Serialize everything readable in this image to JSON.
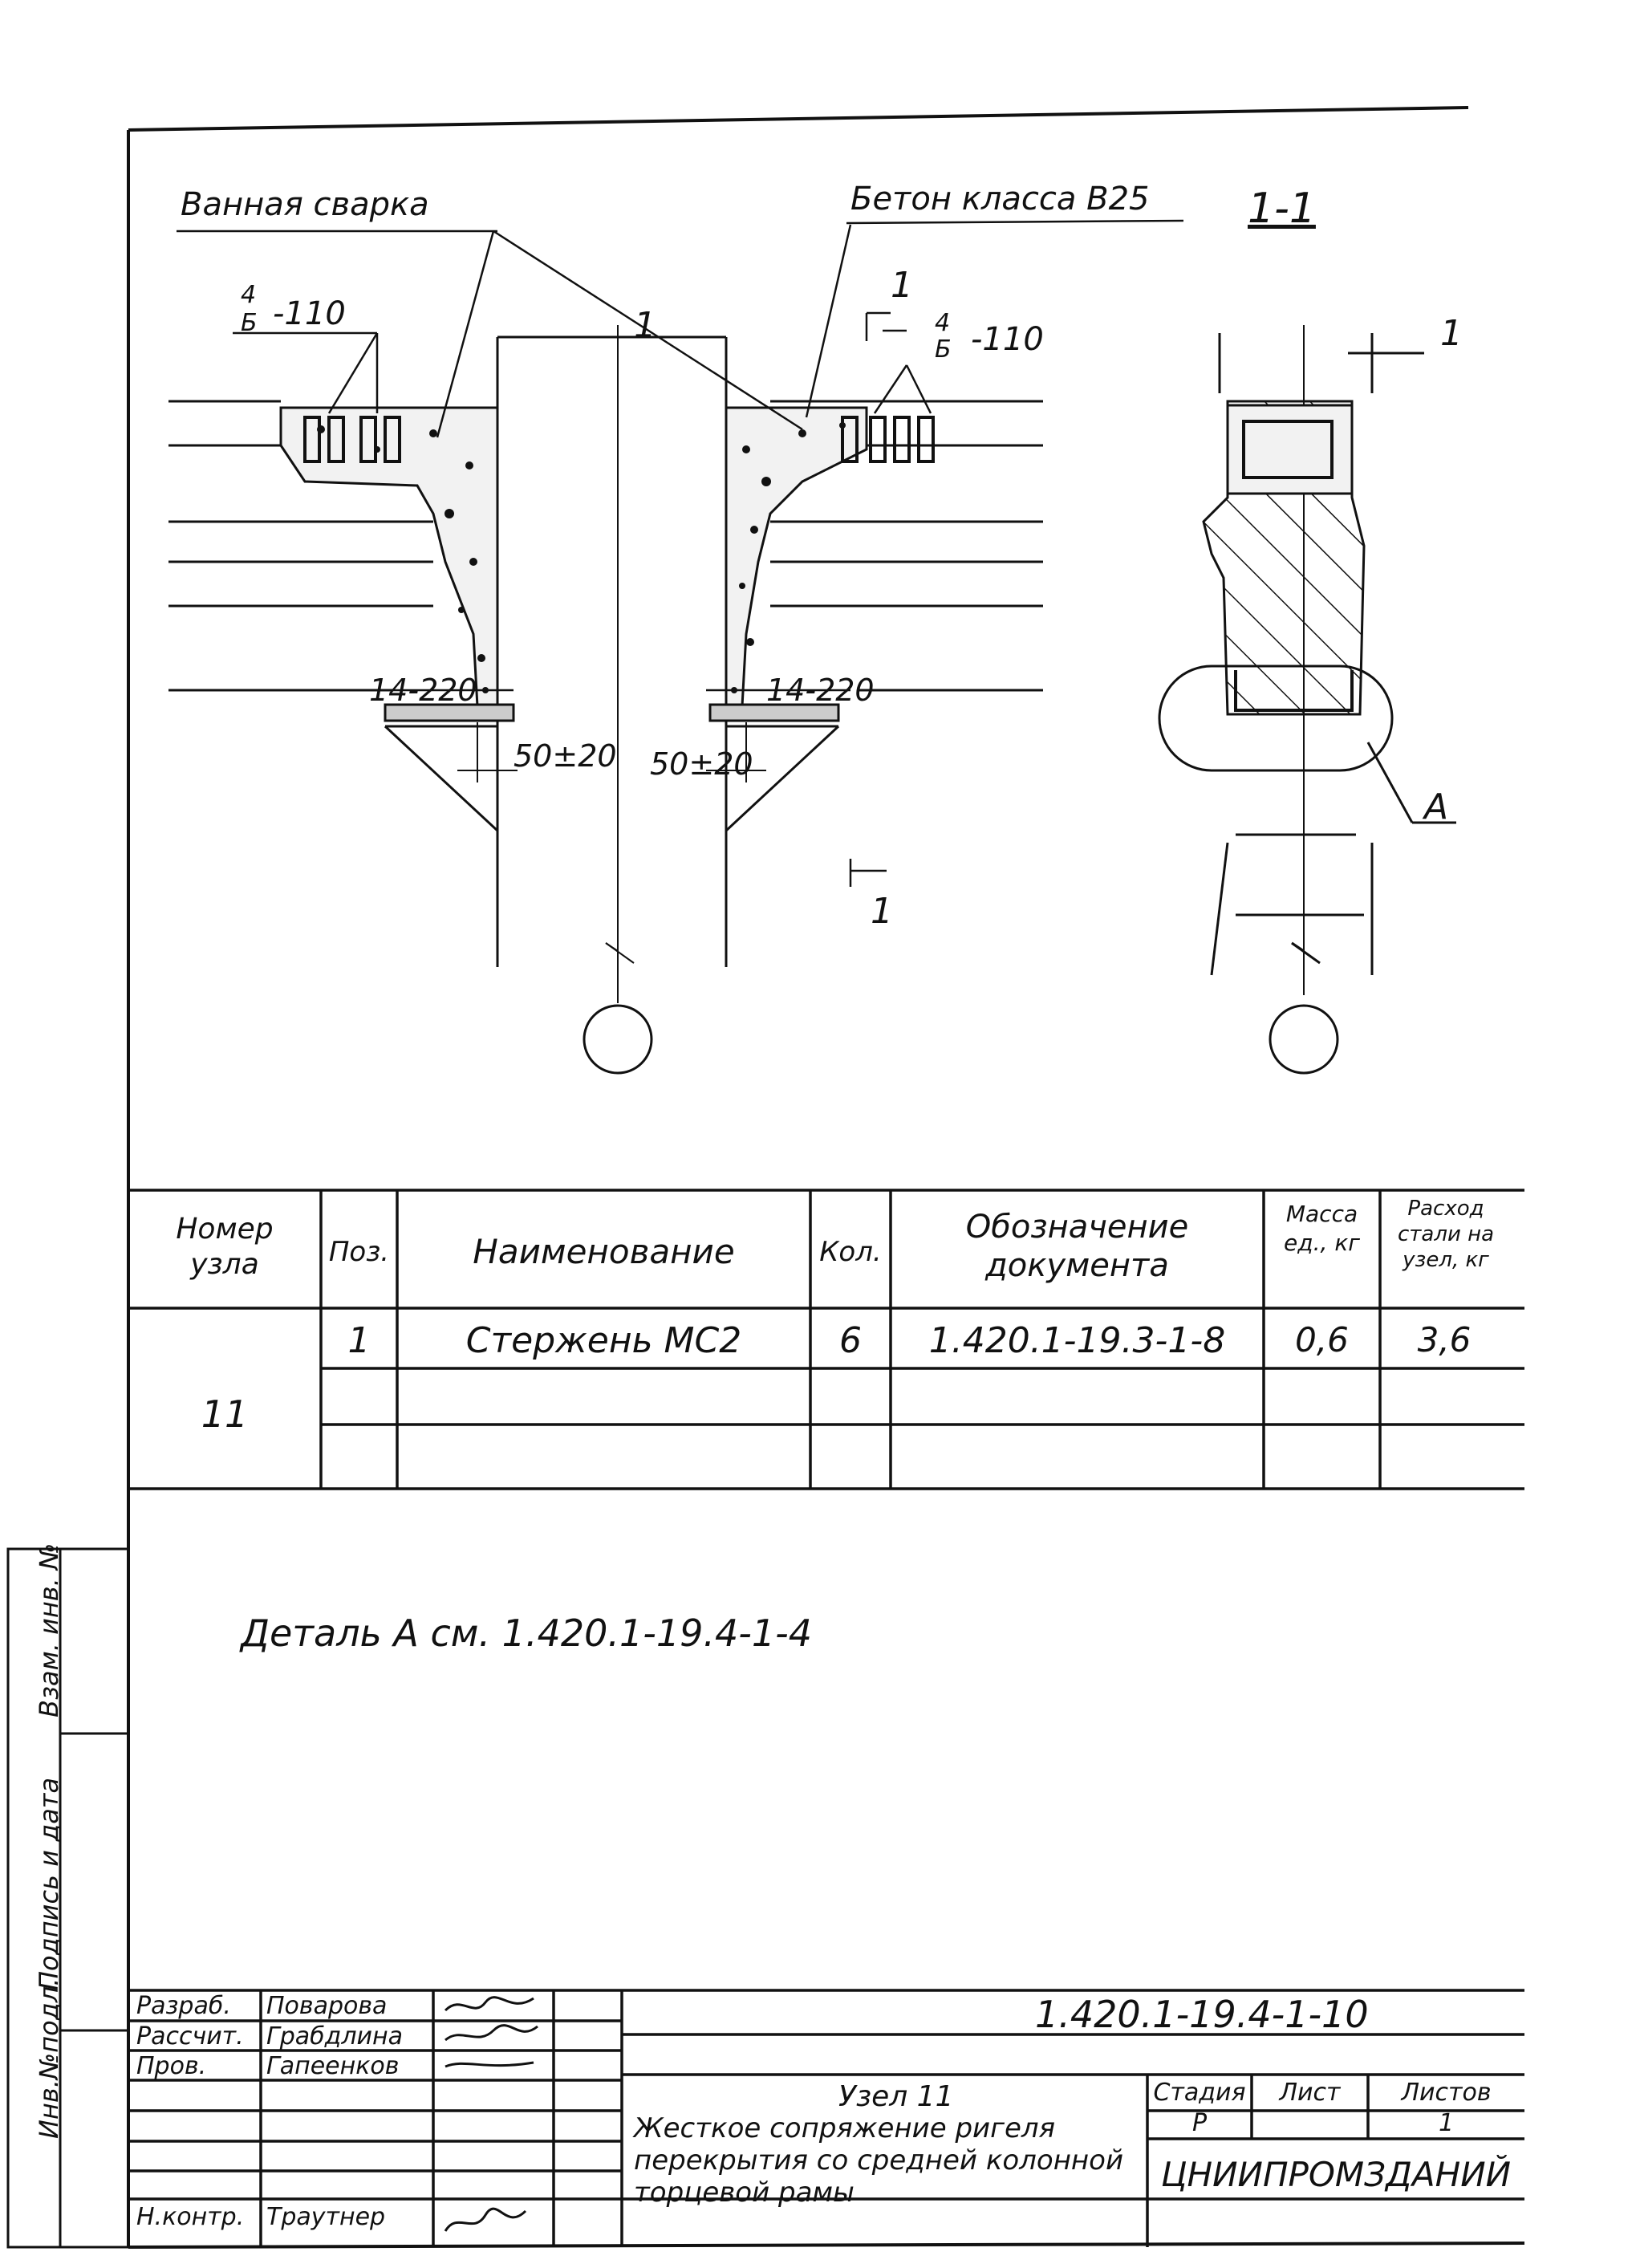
{
  "drawing": {
    "callouts": {
      "bath_weld": "Ванная сварка",
      "concrete": "Бетон класса В25",
      "section_title": "1-1",
      "left_weld_num": "4",
      "left_weld_sym": "Б",
      "left_weld_len": "-110",
      "right_weld_num": "4",
      "right_weld_sym": "Б",
      "right_weld_len": "-110",
      "left_plate": "14-220",
      "right_plate": "14-220",
      "left_gap": "50±20",
      "right_gap": "50±20",
      "pos_mark_left": "1",
      "pos_mark_section": "1",
      "cut_mark_top": "1",
      "cut_mark_bottom": "1",
      "detail_mark": "А"
    }
  },
  "spec_table": {
    "headers": {
      "node": "Номер узла",
      "pos": "Поз.",
      "name": "Наименование",
      "qty": "Кол.",
      "doc": "Обозначение документа",
      "mass": "Масса ед., кг",
      "steel": "Расход стали на узел, кг"
    },
    "node_number": "11",
    "rows": [
      {
        "pos": "1",
        "name": "Стержень МС2",
        "qty": "6",
        "doc": "1.420.1-19.3-1-8",
        "mass": "0,6",
        "steel": "3,6"
      }
    ]
  },
  "note": "Деталь А см. 1.420.1-19.4-1-4",
  "side_stamp": {
    "inv": "Инв.№подл.",
    "sign_date": "Подпись и дата",
    "inv_num": "Взам. инв. №"
  },
  "title_block": {
    "roles": [
      "Разраб.",
      "Рассчит.",
      "Пров.",
      "",
      "",
      "",
      "Н.контр."
    ],
    "names": [
      "Поварова",
      "Грабдлина",
      "Гапеенков",
      "",
      "",
      "",
      "Траутнер"
    ],
    "doc_code": "1.420.1-19.4-1-10",
    "title_line1": "Узел 11",
    "title_rest": "Жесткое сопряжение ригеля перекрытия со средней колонной торцевой рамы",
    "stage_label": "Стадия",
    "sheet_label": "Лист",
    "sheets_label": "Листов",
    "stage": "Р",
    "sheet": "",
    "sheets": "1",
    "org": "ЦНИИПРОМЗДАНИЙ"
  }
}
